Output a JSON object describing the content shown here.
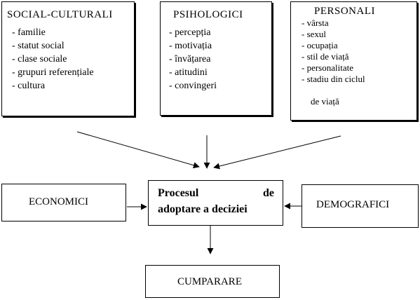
{
  "social": {
    "title": "SOCIAL-CULTURALI",
    "items": [
      "- familie",
      "- statut social",
      "- clase sociale",
      "- grupuri referențiale",
      "- cultura"
    ]
  },
  "psiho": {
    "title": "PSIHOLOGICI",
    "items": [
      "- percepția",
      "- motivația",
      "- învățarea",
      "- atitudini",
      "- convingeri"
    ]
  },
  "personal": {
    "title": "PERSONALI",
    "items": [
      "- vârsta",
      "- sexul",
      "- ocupația",
      "- stil de viață",
      "- personalitate",
      "- stadiu din ciclul"
    ],
    "continuation": "de viață"
  },
  "economic": {
    "label": "ECONOMICI"
  },
  "process": {
    "line1_left": "Procesul",
    "line1_right": "de",
    "line2": "adoptare a deciziei"
  },
  "demographic": {
    "label": "DEMOGRAFICI"
  },
  "purchase": {
    "label": "CUMPARARE"
  }
}
